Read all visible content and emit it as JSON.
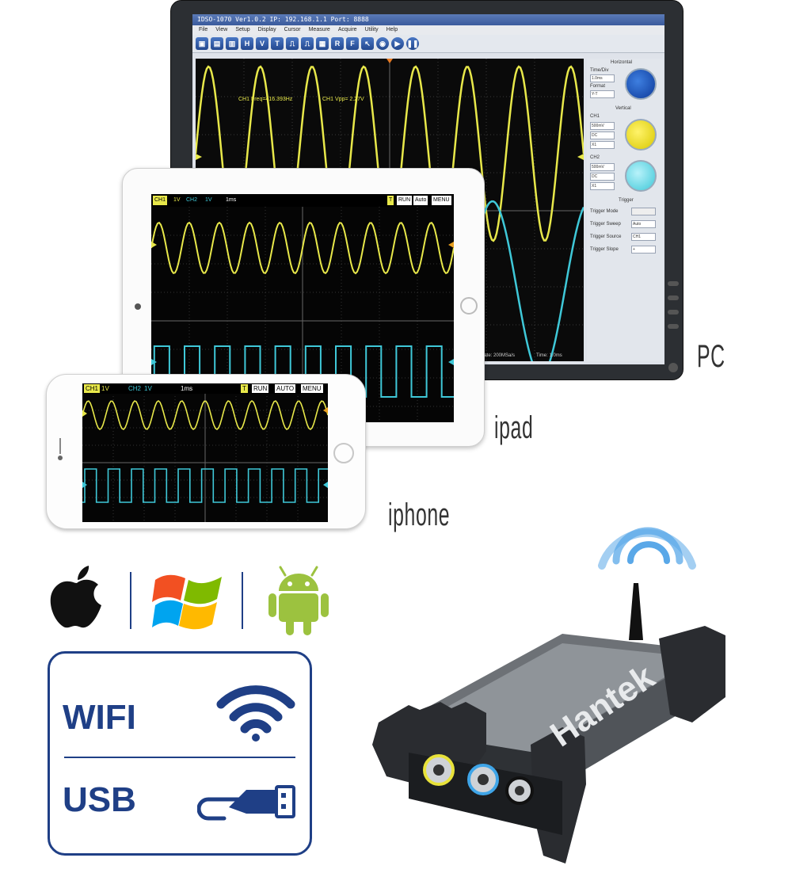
{
  "labels": {
    "pc": "PC",
    "ipad": "ipad",
    "iphone": "iphone"
  },
  "features": {
    "wifi": "WIFI",
    "usb": "USB"
  },
  "device": {
    "brand": "Hantek"
  },
  "pc_app": {
    "title": "IDSO-1070 Ver1.0.2  IP: 192.168.1.1  Port: 8888",
    "menu": [
      "File",
      "View",
      "Setup",
      "Display",
      "Cursor",
      "Measure",
      "Acquire",
      "Utility",
      "Help"
    ],
    "toolbar": [
      "H",
      "V",
      "T",
      "R",
      "F"
    ],
    "ch1_freq": "CH1 Freq=416.393Hz",
    "ch1_vpp": "CH1 Vpp= 2.27V",
    "panel": {
      "horizontal": "Horizontal",
      "time_div": "Time/Div",
      "time_div_value": "1.0ms",
      "format": "Format",
      "format_value": "Y-T",
      "vertical": "Vertical",
      "ch1": "CH1",
      "ch2": "CH2",
      "volt": "500mV",
      "coupling": "DC",
      "probe": "X1",
      "trigger": "Trigger",
      "trigger_mode": "Trigger Mode",
      "trigger_sweep": "Trigger Sweep",
      "trigger_sweep_value": "Auto",
      "trigger_source": "Trigger Source",
      "trigger_source_value": "CH1",
      "trigger_slope": "Trigger Slope",
      "trigger_slope_value": "+"
    },
    "status_rate": "Rate: 200MSa/s",
    "status_time": "Time: 1.0ms"
  },
  "ipad_app": {
    "ch1": "CH1",
    "ch1_volt": "1V",
    "ch2": "CH2",
    "ch2_volt": "1V",
    "timebase": "1ms",
    "trig": "T",
    "run": "RUN",
    "auto": "Auto",
    "menu": "MENU"
  },
  "iphone_app": {
    "ch1": "CH1",
    "ch1_volt": "1V",
    "ch2": "CH2",
    "ch2_volt": "1V",
    "timebase": "1ms",
    "trig": "T",
    "run": "RUN",
    "auto": "AUTO",
    "menu": "MENU"
  },
  "colors": {
    "ch1": "#e8e84a",
    "ch2": "#3fc8d8",
    "brand_blue": "#1f3f86",
    "apple": "#111111",
    "android": "#9cc23f"
  }
}
